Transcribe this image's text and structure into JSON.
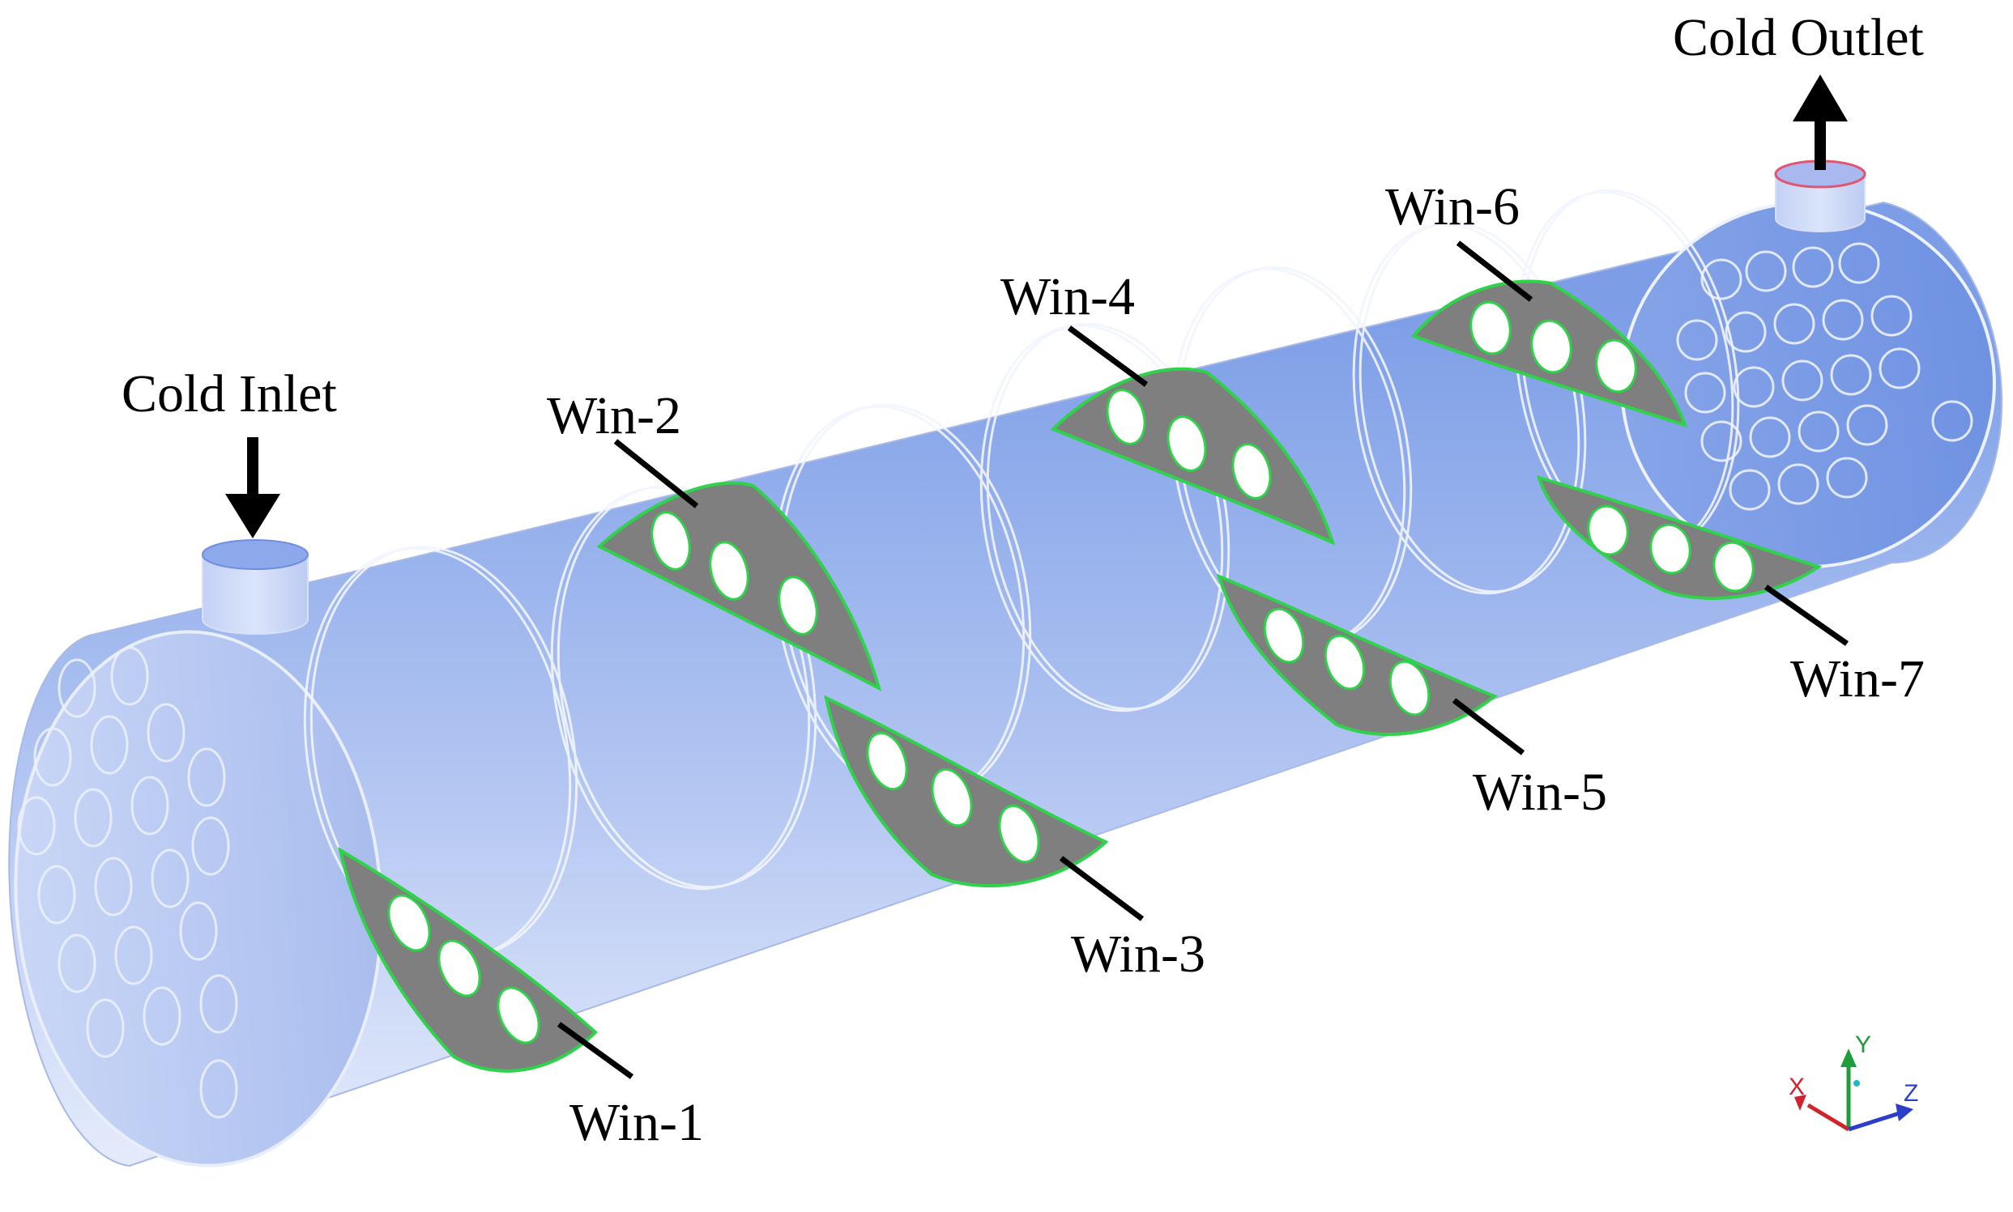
{
  "diagram": {
    "labels": {
      "cold_inlet": "Cold Inlet",
      "cold_outlet": "Cold Outlet",
      "windows": [
        "Win-1",
        "Win-2",
        "Win-3",
        "Win-4",
        "Win-5",
        "Win-6",
        "Win-7"
      ]
    },
    "triad": {
      "x": "X",
      "y": "Y",
      "z": "Z"
    },
    "colors": {
      "shell_light": "#dfe7fa",
      "shell_dark": "#7f9fe6",
      "baffle": "#808080",
      "baffle_edge": "#2fd24a",
      "wireframe": "#eef2ff",
      "leader": "#000000",
      "axis_x": "#d0232a",
      "axis_y": "#1f9d3a",
      "axis_z": "#2b3fc8"
    },
    "icons": [
      "inlet-arrow-icon",
      "outlet-arrow-icon",
      "axis-triad-icon"
    ]
  }
}
